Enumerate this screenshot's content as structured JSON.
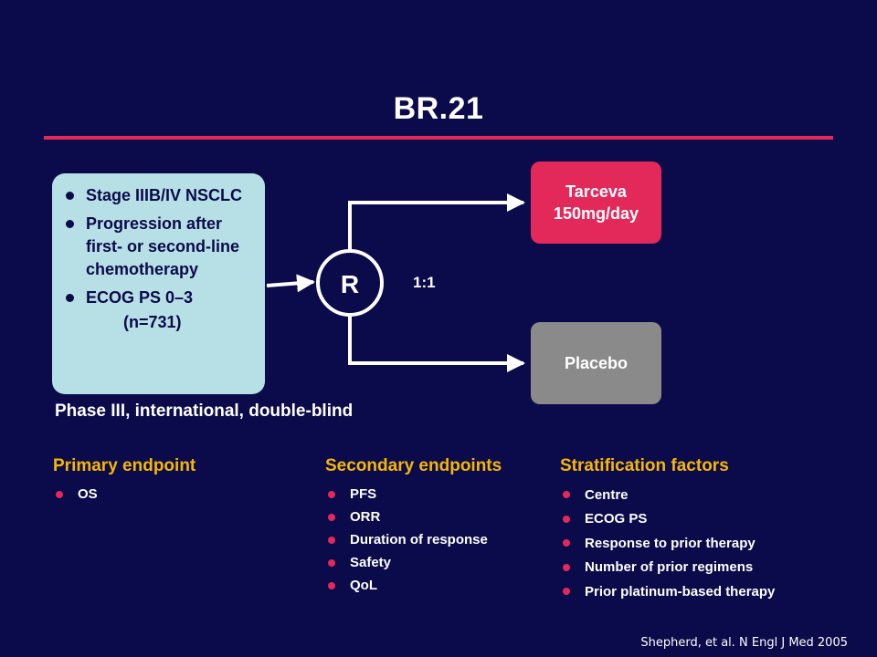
{
  "title": "BR.21",
  "criteria": {
    "items": [
      "Stage IIIB/IV NSCLC",
      "Progression after first- or second-line chemotherapy",
      "ECOG PS 0–3"
    ],
    "n": "(n=731)"
  },
  "phase_label": "Phase III, international, double-blind",
  "randomization": {
    "symbol": "R",
    "ratio": "1:1"
  },
  "arms": {
    "tarceva": "Tarceva\n150mg/day",
    "placebo": "Placebo"
  },
  "endpoints": {
    "primary": {
      "heading": "Primary endpoint",
      "items": [
        "OS"
      ]
    },
    "secondary": {
      "heading": "Secondary endpoints",
      "items": [
        "PFS",
        "ORR",
        "Duration of response",
        "Safety",
        "QoL"
      ]
    },
    "stratification": {
      "heading": "Stratification factors",
      "items": [
        "Centre",
        "ECOG PS",
        "Response to prior therapy",
        "Number of prior regimens",
        "Prior platinum-based  therapy"
      ]
    }
  },
  "citation": "Shepherd, et al. N Engl J Med 2005",
  "colors": {
    "background": "#0b0a4a",
    "accent": "#e3285a",
    "heading": "#f5b800",
    "box": "#b7e0e6",
    "placebo": "#8a8a8a"
  }
}
